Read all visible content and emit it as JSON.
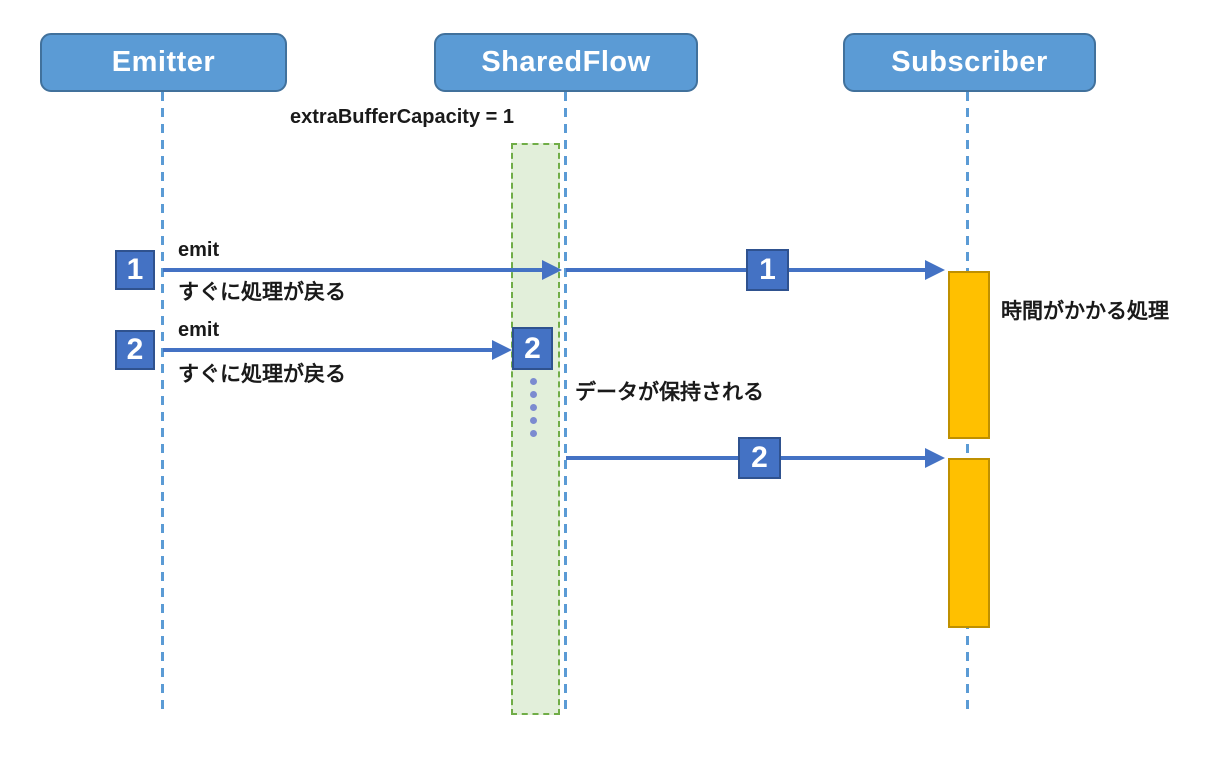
{
  "actors": {
    "emitter": "Emitter",
    "sharedflow": "SharedFlow",
    "subscriber": "Subscriber"
  },
  "buffer_label": "extraBufferCapacity = 1",
  "emit1": {
    "seq": "1",
    "label": "emit",
    "note": "すぐに処理が戻る"
  },
  "emit2": {
    "seq": "2",
    "label": "emit",
    "note": "すぐに処理が戻る"
  },
  "delivery1": {
    "seq": "1"
  },
  "delivery2": {
    "seq": "2"
  },
  "buffer": {
    "held_seq": "2",
    "note": "データが保持される"
  },
  "subscriber_note": "時間がかかる処理",
  "colors": {
    "actor_fill": "#5B9BD5",
    "actor_border": "#41719C",
    "arrow": "#4472C4",
    "num_fill": "#4472C4",
    "num_border": "#2F528F",
    "buffer_fill": "#E2EFDA",
    "buffer_border": "#70AD47",
    "activation_fill": "#FFC000",
    "activation_border": "#BF9000",
    "lifeline": "#5B9BD5",
    "dots": "#7C8BD0"
  }
}
